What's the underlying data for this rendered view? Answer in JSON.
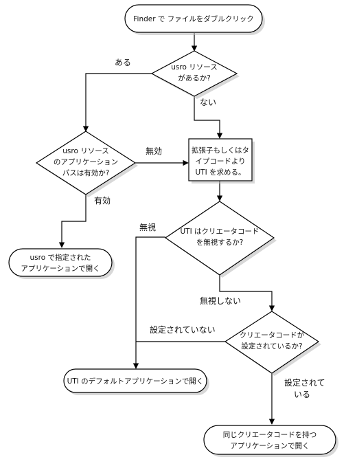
{
  "nodes": {
    "start": {
      "lines": [
        "Finder で ファイルをダブルクリック"
      ]
    },
    "q_usro": {
      "lines": [
        "usro リソース",
        "があるか?"
      ]
    },
    "q_usro_valid": {
      "lines": [
        "usro リソース",
        "のアプリケーション",
        "パスは有効か?"
      ]
    },
    "p_uti": {
      "lines": [
        "拡張子もしくはタ",
        "イプコードより",
        "UTI を求める。"
      ]
    },
    "end_usro": {
      "lines": [
        "usro で指定された",
        "アプリケーションで開く"
      ]
    },
    "q_ignore": {
      "lines": [
        "UTI はクリエータコード",
        "を無視するか?"
      ]
    },
    "q_creator": {
      "lines": [
        "クリエータコードが",
        "設定されているか?"
      ]
    },
    "end_default": {
      "lines": [
        "UTI のデフォルトアプリケーションで開く"
      ]
    },
    "end_creator": {
      "lines": [
        "同じクリエータコードを持つ",
        "アプリケーションで開く"
      ]
    }
  },
  "edge_labels": {
    "aru": "ある",
    "nai": "ない",
    "mukou": "無効",
    "yuukou": "有効",
    "mushi": "無視",
    "mushishinai": "無視しない",
    "not_set": "設定されていない",
    "set_line1": "設定されて",
    "set_line2": "いる"
  }
}
